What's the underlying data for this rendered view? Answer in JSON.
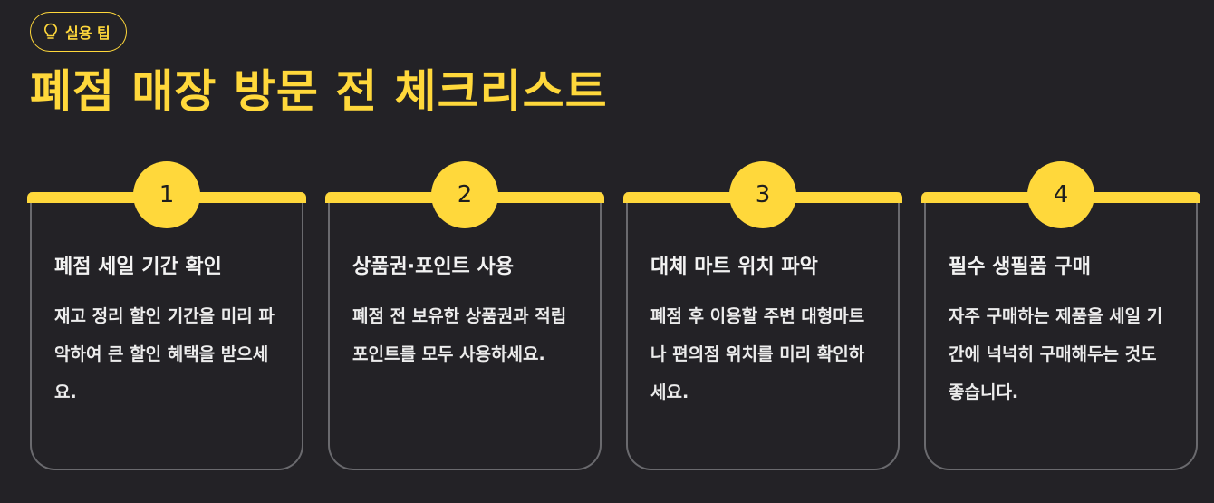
{
  "badge": {
    "icon": "lightbulb-icon",
    "label": "실용 팁"
  },
  "title": "폐점 매장 방문 전 체크리스트",
  "colors": {
    "background": "#232226",
    "accent": "#ffd83b",
    "card_border": "#6a6a6e"
  },
  "cards": [
    {
      "number": "1",
      "title": "폐점 세일 기간 확인",
      "body": "재고 정리 할인 기간을 미리 파악하여 큰 할인 혜택을 받으세요."
    },
    {
      "number": "2",
      "title": "상품권·포인트 사용",
      "body": "폐점 전 보유한 상품권과 적립 포인트를 모두 사용하세요."
    },
    {
      "number": "3",
      "title": "대체 마트 위치 파악",
      "body": "폐점 후 이용할 주변 대형마트나 편의점 위치를 미리 확인하세요."
    },
    {
      "number": "4",
      "title": "필수 생필품 구매",
      "body": "자주 구매하는 제품을 세일 기간에 넉넉히 구매해두는 것도 좋습니다."
    }
  ]
}
